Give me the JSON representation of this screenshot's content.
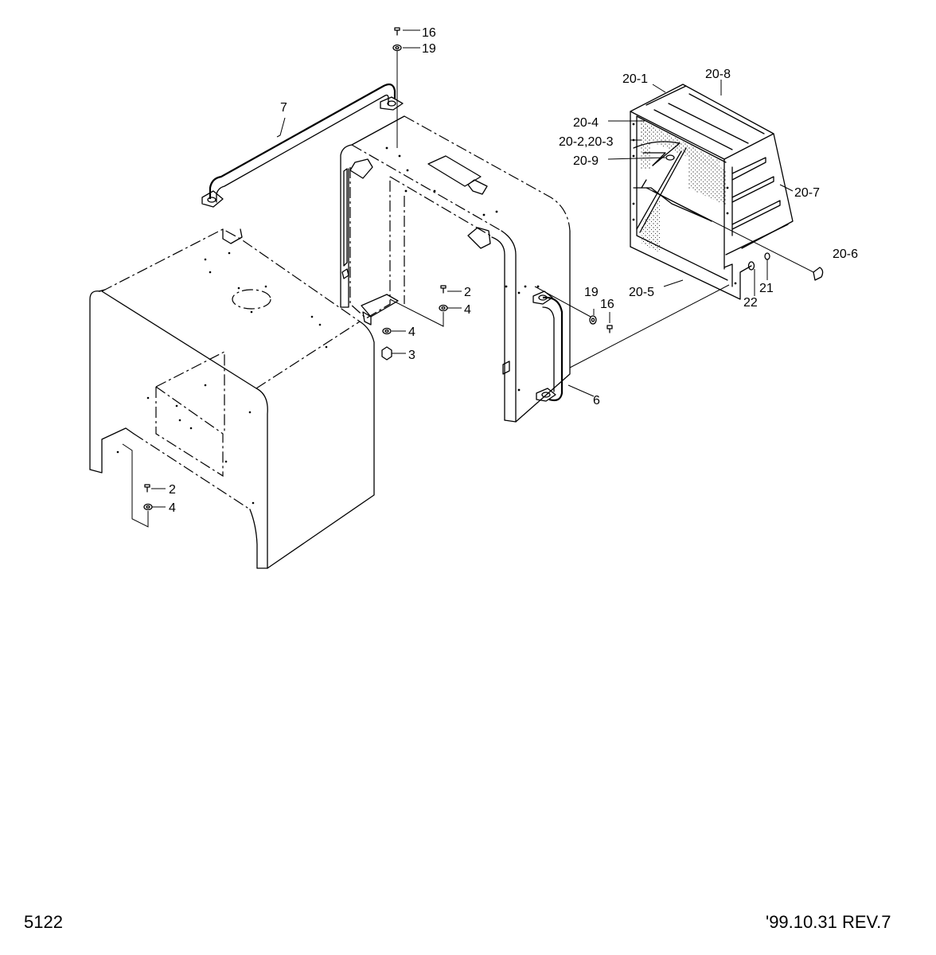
{
  "footer": {
    "page_number": "5122",
    "revision": "'99.10.31  REV.7"
  },
  "callouts": {
    "c16_top": "16",
    "c19_top": "19",
    "c7": "7",
    "c2_mid": "2",
    "c4_mid_right": "4",
    "c4_mid": "4",
    "c3": "3",
    "c2_low": "2",
    "c4_low": "4",
    "c19_right": "19",
    "c16_right": "16",
    "c6": "6",
    "c20_1": "20-1",
    "c20_8": "20-8",
    "c20_4": "20-4",
    "c20_2_3": "20-2,20-3",
    "c20_9": "20-9",
    "c20_7": "20-7",
    "c20_6": "20-6",
    "c20_5": "20-5",
    "c21": "21",
    "c22": "22"
  }
}
